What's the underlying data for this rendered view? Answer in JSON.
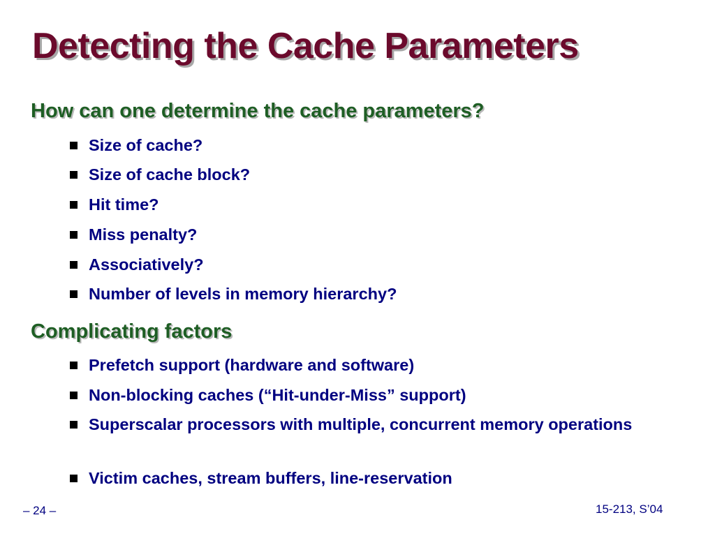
{
  "slide": {
    "title": "Detecting the Cache Parameters",
    "sections": [
      {
        "heading": "How can one determine the cache parameters?",
        "bullets": [
          "Size of cache?",
          "Size of cache block?",
          "Hit time?",
          "Miss penalty?",
          "Associatively?",
          "Number of levels in memory hierarchy?"
        ]
      },
      {
        "heading": "Complicating factors",
        "bullets": [
          "Prefetch support (hardware and software)",
          "Non-blocking caches (“Hit-under-Miss” support)",
          "Superscalar processors with multiple, concurrent memory operations",
          "Victim caches, stream buffers, line-reservation"
        ]
      }
    ],
    "footer": {
      "page": "– 24 –",
      "course": "15-213, S’04"
    },
    "colors": {
      "title": "#6b0a2c",
      "heading": "#1e5e24",
      "body": "#000080"
    }
  }
}
